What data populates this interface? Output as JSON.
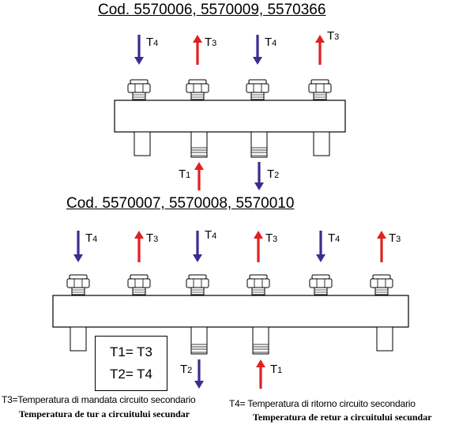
{
  "titles": {
    "top": "Cod. 5570006, 5570009, 5570366",
    "bottom": "Cod. 5570007, 5570008, 5570010"
  },
  "equations": {
    "line1": "T1= T3",
    "line2": "T2= T4"
  },
  "labels": {
    "t1": "T1",
    "t2": "T2",
    "t3": "T3",
    "t4": "T4"
  },
  "legend": {
    "t3_it": "T3=Temperatura di mandata circuito secondario",
    "t3_ro": "Temperatura de tur a circuitului secundar",
    "t4_it": "T4= Temperatura di ritorno circuito secondario",
    "t4_ro": "Temperatura de retur a circuitului secundar"
  },
  "colors": {
    "supply_arrow": "#e02020",
    "return_arrow": "#3a2d8f",
    "outline": "#000000"
  },
  "manifold_top": {
    "outlets": [
      {
        "label": "T4",
        "direction": "down",
        "type": "return"
      },
      {
        "label": "T3",
        "direction": "up",
        "type": "supply"
      },
      {
        "label": "T4",
        "direction": "down",
        "type": "return"
      },
      {
        "label": "T3",
        "direction": "up",
        "type": "supply"
      }
    ],
    "inlets": [
      {
        "label": "T1",
        "direction": "up",
        "type": "supply"
      },
      {
        "label": "T2",
        "direction": "down",
        "type": "return"
      }
    ]
  },
  "manifold_bottom": {
    "outlets": [
      {
        "label": "T4",
        "direction": "down",
        "type": "return"
      },
      {
        "label": "T3",
        "direction": "up",
        "type": "supply"
      },
      {
        "label": "T4",
        "direction": "down",
        "type": "return"
      },
      {
        "label": "T3",
        "direction": "up",
        "type": "supply"
      },
      {
        "label": "T4",
        "direction": "down",
        "type": "return"
      },
      {
        "label": "T3",
        "direction": "up",
        "type": "supply"
      }
    ],
    "inlets": [
      {
        "label": "T2",
        "direction": "down",
        "type": "return"
      },
      {
        "label": "T1",
        "direction": "up",
        "type": "supply"
      }
    ]
  }
}
